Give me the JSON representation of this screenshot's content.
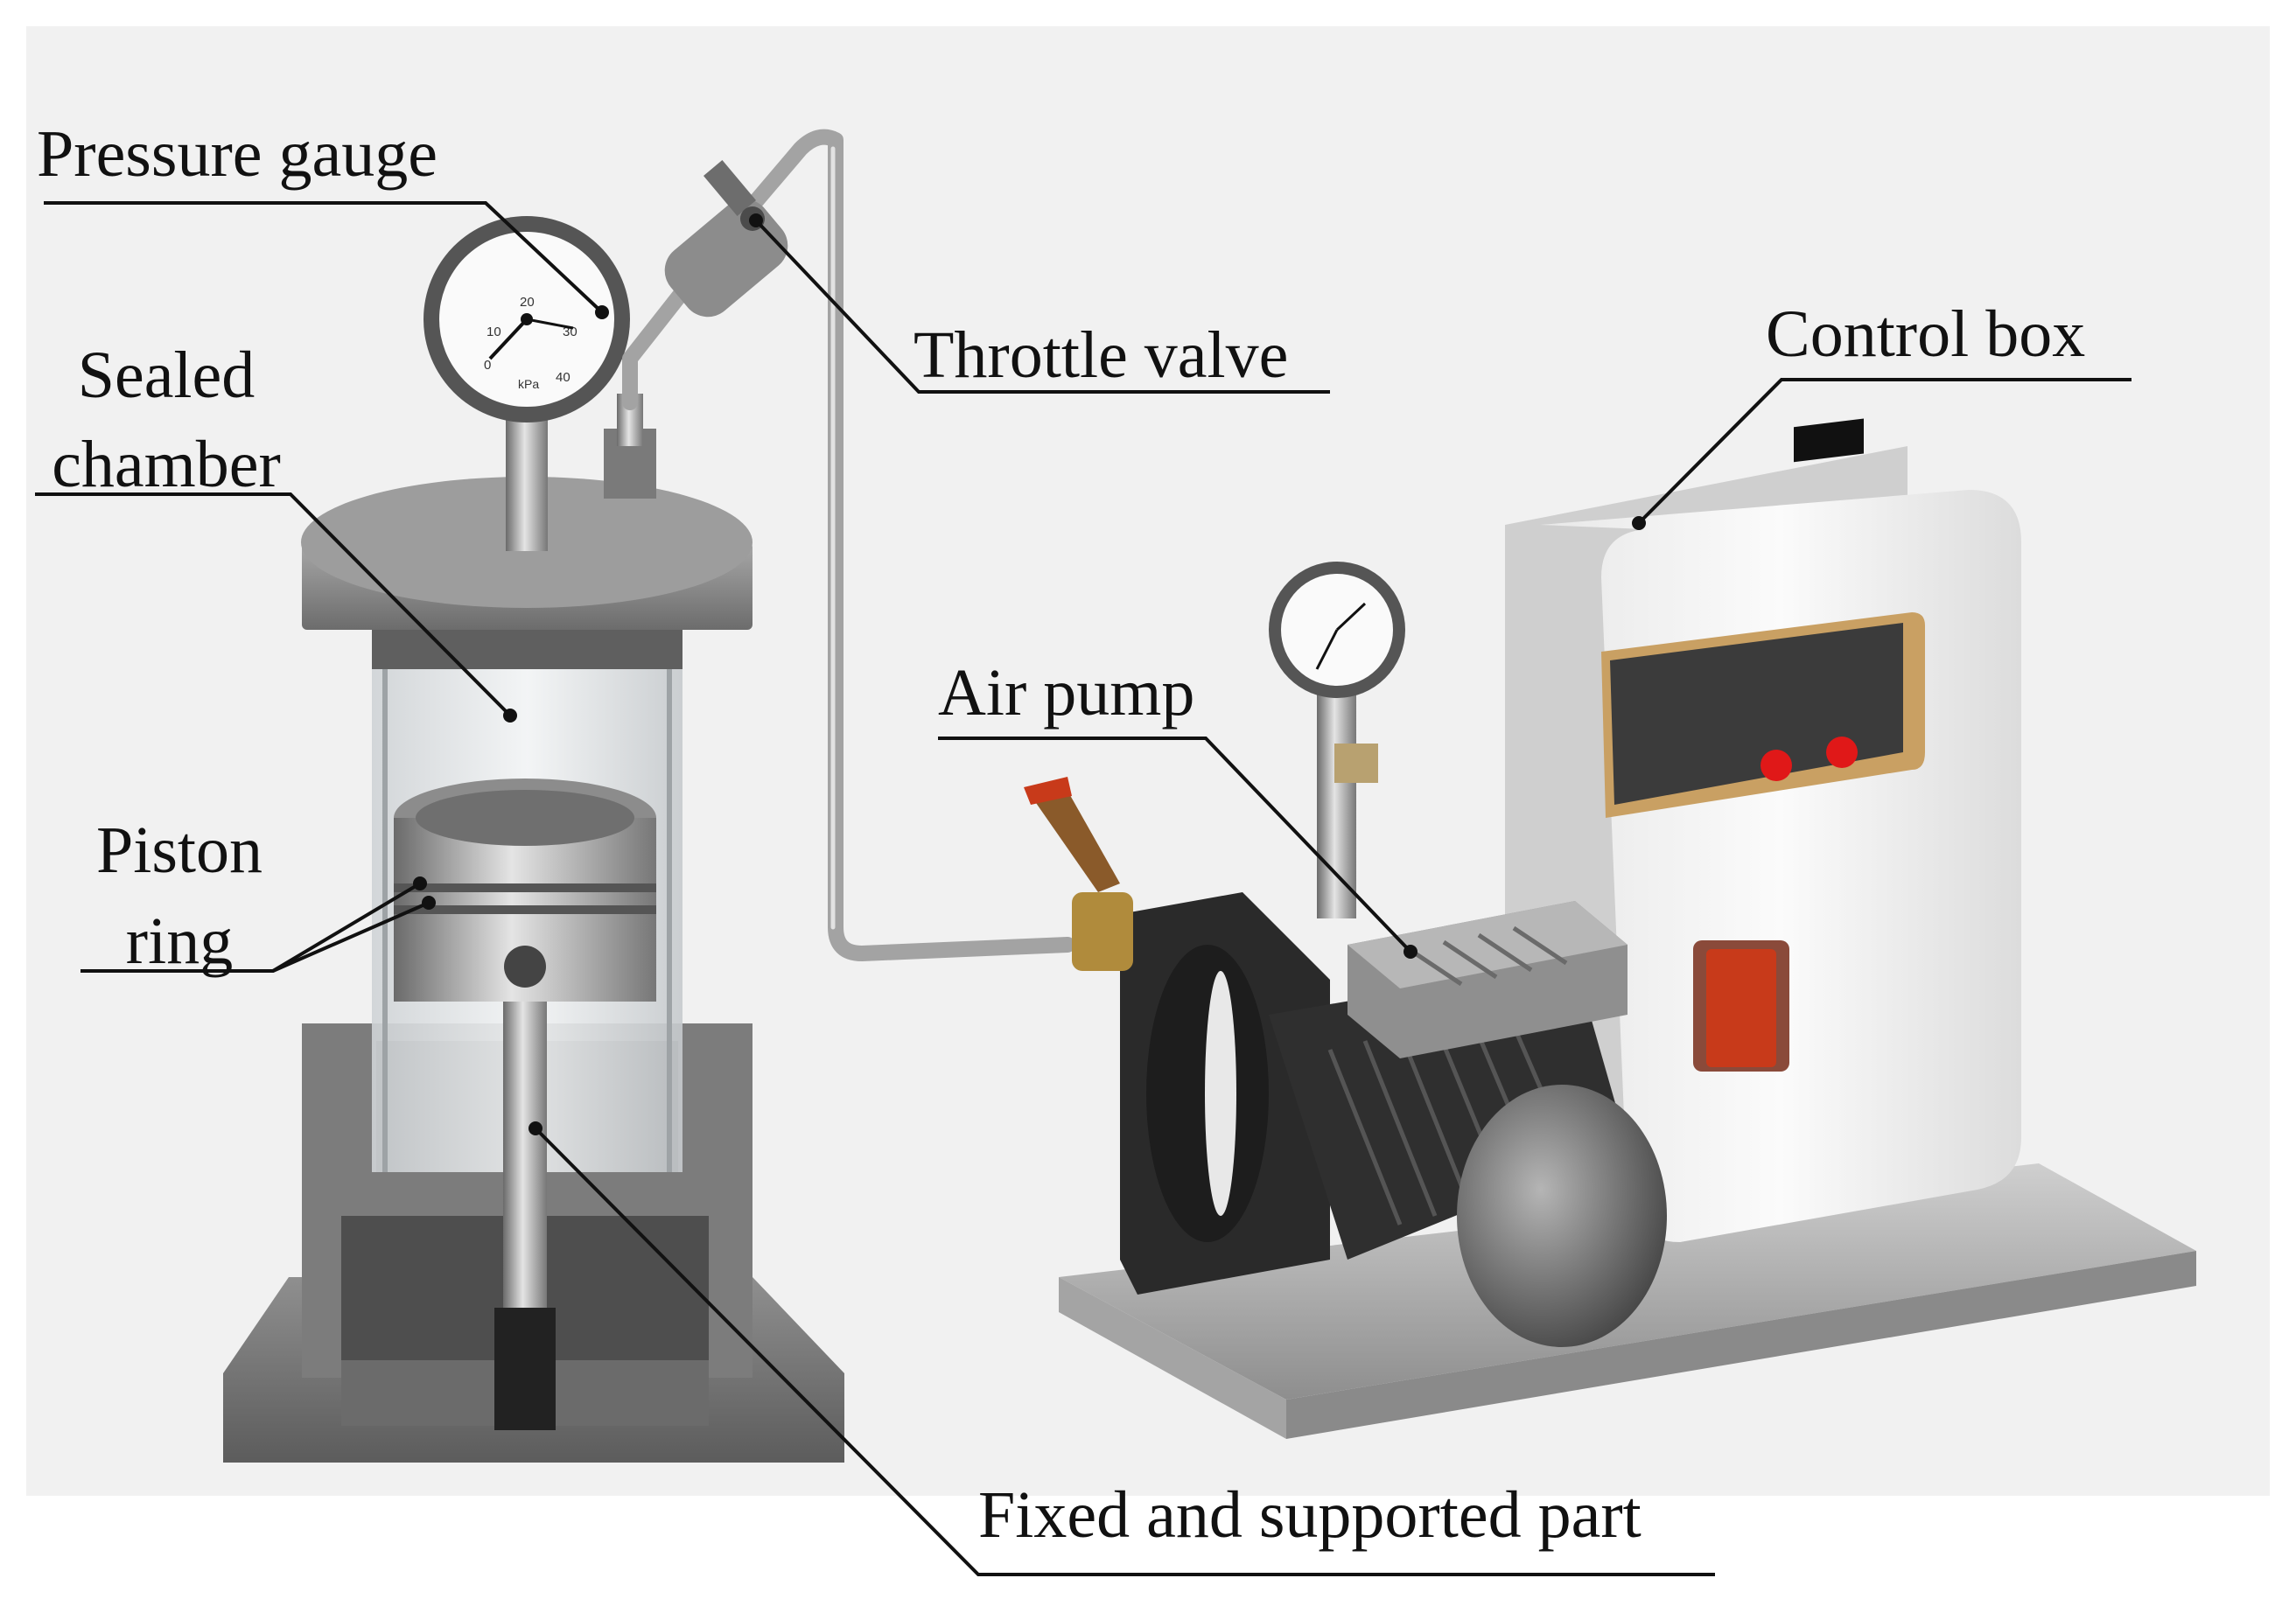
{
  "labels": {
    "pressure_gauge": "Pressure gauge",
    "sealed_chamber_line1": "Sealed",
    "sealed_chamber_line2": "chamber",
    "piston_ring_line1": "Piston",
    "piston_ring_line2": "ring",
    "throttle_valve": "Throttle valve",
    "control_box": "Control box",
    "air_pump": "Air pump",
    "fixed_supported_part": "Fixed and supported part"
  },
  "gauge": {
    "ticks": [
      "10",
      "20",
      "30",
      "0",
      "40"
    ],
    "unit": "kPa"
  },
  "colors": {
    "metal": "#9a9a9a",
    "metal_dark": "#5e5e5e",
    "metal_light": "#d8d8d8",
    "pump_body": "#2a2a2a",
    "box_white": "#f4f4f4",
    "panel_dark": "#3b3b3b",
    "panel_gold": "#c9a063",
    "button_red": "#e01818",
    "handle_red": "#c83a1a",
    "leader_line": "#111111"
  }
}
